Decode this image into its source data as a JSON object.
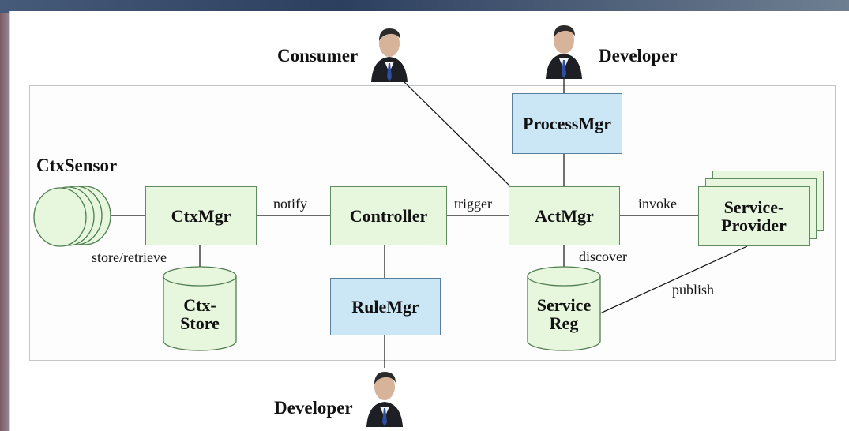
{
  "nodes": {
    "ctx_sensor": "CtxSensor",
    "ctx_mgr": "CtxMgr",
    "controller": "Controller",
    "act_mgr": "ActMgr",
    "process_mgr": "ProcessMgr",
    "rule_mgr": "RuleMgr",
    "service_provider_line1": "Service-",
    "service_provider_line2": "Provider",
    "ctx_store_line1": "Ctx-",
    "ctx_store_line2": "Store",
    "service_reg_line1": "Service",
    "service_reg_line2": "Reg"
  },
  "actors": {
    "consumer": "Consumer",
    "developer_top": "Developer",
    "developer_bottom": "Developer"
  },
  "edges": {
    "notify": "notify",
    "trigger": "trigger",
    "invoke": "invoke",
    "store_retrieve": "store/retrieve",
    "discover": "discover",
    "publish": "publish"
  },
  "colors": {
    "green_fill": "#e6f7dd",
    "green_border": "#5e8c5e",
    "blue_fill": "#cbe7f6",
    "blue_border": "#5a7f98"
  }
}
